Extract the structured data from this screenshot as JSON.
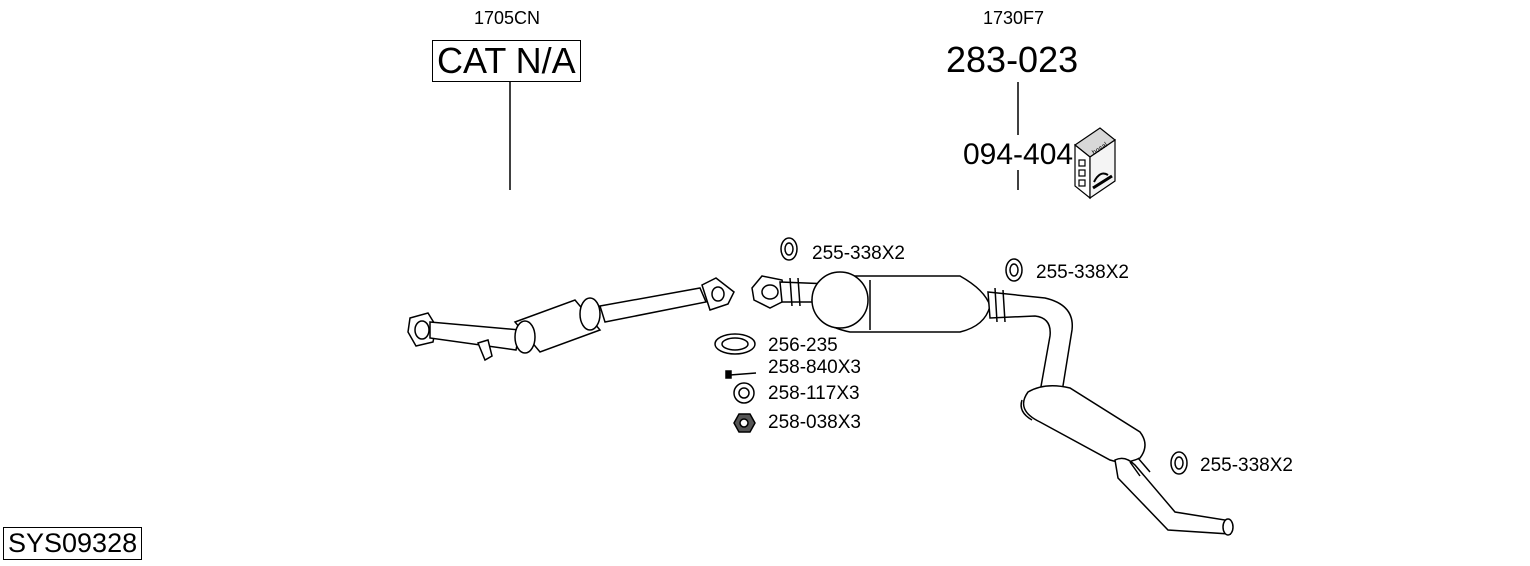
{
  "header": {
    "left_code": "1705CN",
    "right_code": "1730F7"
  },
  "callouts": {
    "cat_label": "CAT N/A",
    "main_part": "283-023",
    "kit_part": "094-404"
  },
  "parts": {
    "gasket_top_mid": "255-338X2",
    "gasket_top_right": "255-338X2",
    "gasket_rear": "255-338X2",
    "flange_gasket": "256-235",
    "bolt": "258-840X3",
    "washer": "258-117X3",
    "nut": "258-038X3"
  },
  "kit_box": {
    "brand": "bosal"
  },
  "system_id": "SYS09328"
}
